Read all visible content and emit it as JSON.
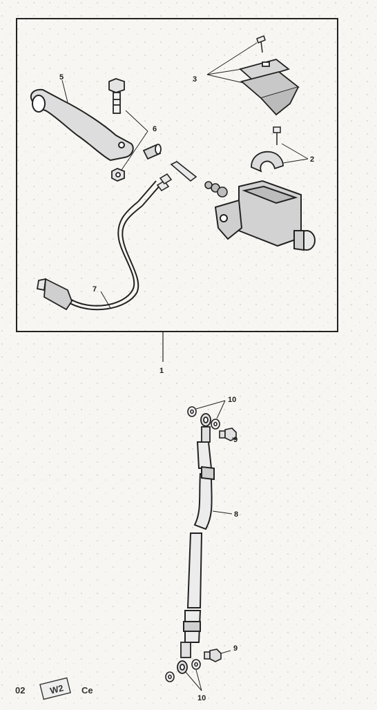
{
  "callouts": {
    "c1": "1",
    "c2": "2",
    "c3": "3",
    "c5": "5",
    "c6": "6",
    "c7": "7",
    "c8": "8",
    "c9a": "9",
    "c9b": "9",
    "c10a": "10",
    "c10b": "10"
  },
  "corner_mark": {
    "left_text": "02",
    "badge_text": "W2",
    "right_text": "Ce"
  },
  "colors": {
    "ink": "#222222",
    "paper": "#f7f6f2"
  }
}
